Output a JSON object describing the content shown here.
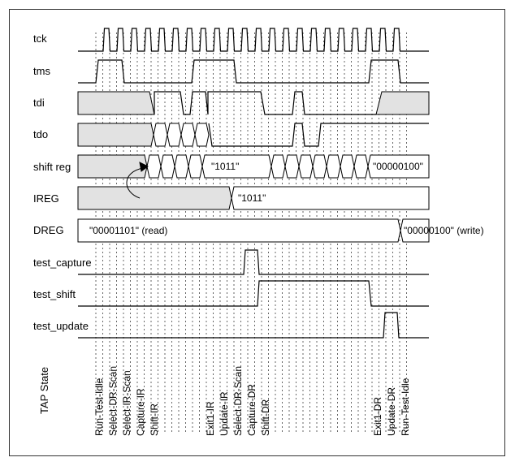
{
  "signals": [
    {
      "id": "tck",
      "label": "tck"
    },
    {
      "id": "tms",
      "label": "tms"
    },
    {
      "id": "tdi",
      "label": "tdi"
    },
    {
      "id": "tdo",
      "label": "tdo"
    },
    {
      "id": "shift_reg",
      "label": "shift reg"
    },
    {
      "id": "ireg",
      "label": "IREG"
    },
    {
      "id": "dreg",
      "label": "DREG"
    },
    {
      "id": "test_capture",
      "label": "test_capture"
    },
    {
      "id": "test_shift",
      "label": "test_shift"
    },
    {
      "id": "test_update",
      "label": "test_update"
    }
  ],
  "values": {
    "shift_reg_a": "\"1011\"",
    "shift_reg_b": "\"00000100\"",
    "ireg": "\"1011\"",
    "dreg_read": "\"00001101\" (read)",
    "dreg_write": "\"00000100\" (write)"
  },
  "tap_title": "TAP State",
  "tap_states": [
    "Run-Test-Idle",
    "Select-DR-Scan",
    "Select-IR-Scan",
    "Capture-IR",
    "Shift-IR",
    "Exit1-IR",
    "Update-IR",
    "Select-DR-Scan",
    "Capture-DR",
    "Shift-DR",
    "Exit1-DR",
    "Update-DR",
    "Run-Test-Idle"
  ],
  "colors": {
    "bus_fill": "#e2e2e2",
    "line": "#000000",
    "grid": "#000000"
  }
}
